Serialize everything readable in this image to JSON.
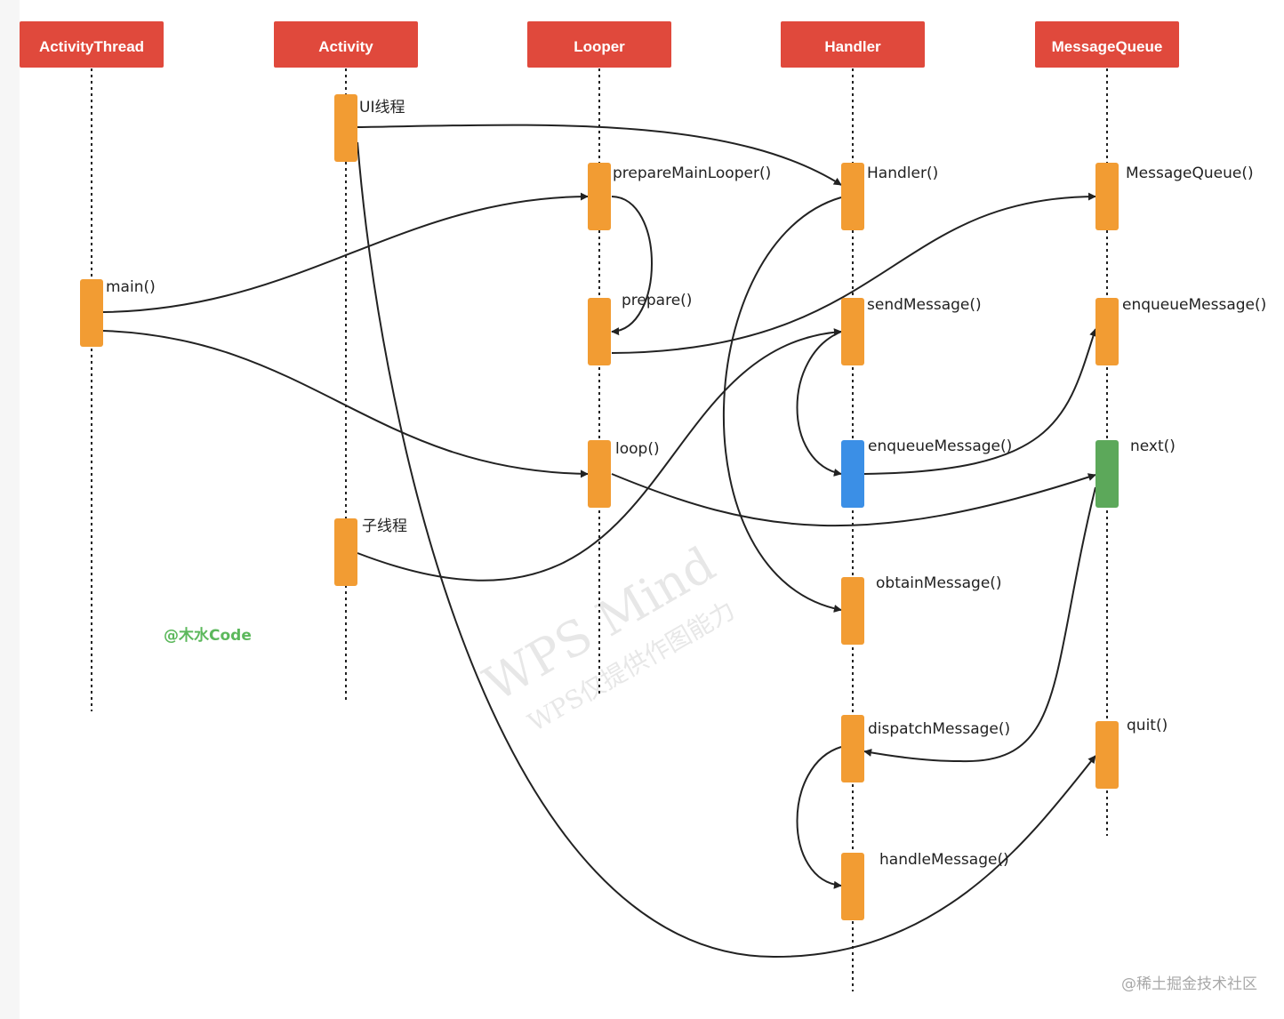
{
  "colors": {
    "header": "#e0493c",
    "activation": "#f29c33",
    "activation_blue": "#3b8fe6",
    "activation_green": "#5ca85a",
    "author": "#5cb85c"
  },
  "lifelines": [
    {
      "id": "activitythread",
      "label": "ActivityThread"
    },
    {
      "id": "activity",
      "label": "Activity"
    },
    {
      "id": "looper",
      "label": "Looper"
    },
    {
      "id": "handler",
      "label": "Handler"
    },
    {
      "id": "messagequeue",
      "label": "MessageQueue"
    }
  ],
  "labels": {
    "ui_thread": "UI线程",
    "main": "main()",
    "child_thread": "子线程",
    "prepare_main_looper": "prepareMainLooper()",
    "prepare": "prepare()",
    "loop": "loop()",
    "handler_ctor": "Handler()",
    "send_message": "sendMessage()",
    "enqueue_message_handler": "enqueueMessage()",
    "obtain_message": "obtainMessage()",
    "dispatch_message": "dispatchMessage()",
    "handle_message": "handleMessage()",
    "message_queue_ctor": "MessageQueue()",
    "enqueue_message_queue": "enqueueMessage()",
    "next": "next()",
    "quit": "quit()"
  },
  "author": "@木水Code",
  "watermark": {
    "line1": "WPS Mind",
    "line2": "WPS仅提供作图能力"
  },
  "credit": "@稀土掘金技术社区"
}
